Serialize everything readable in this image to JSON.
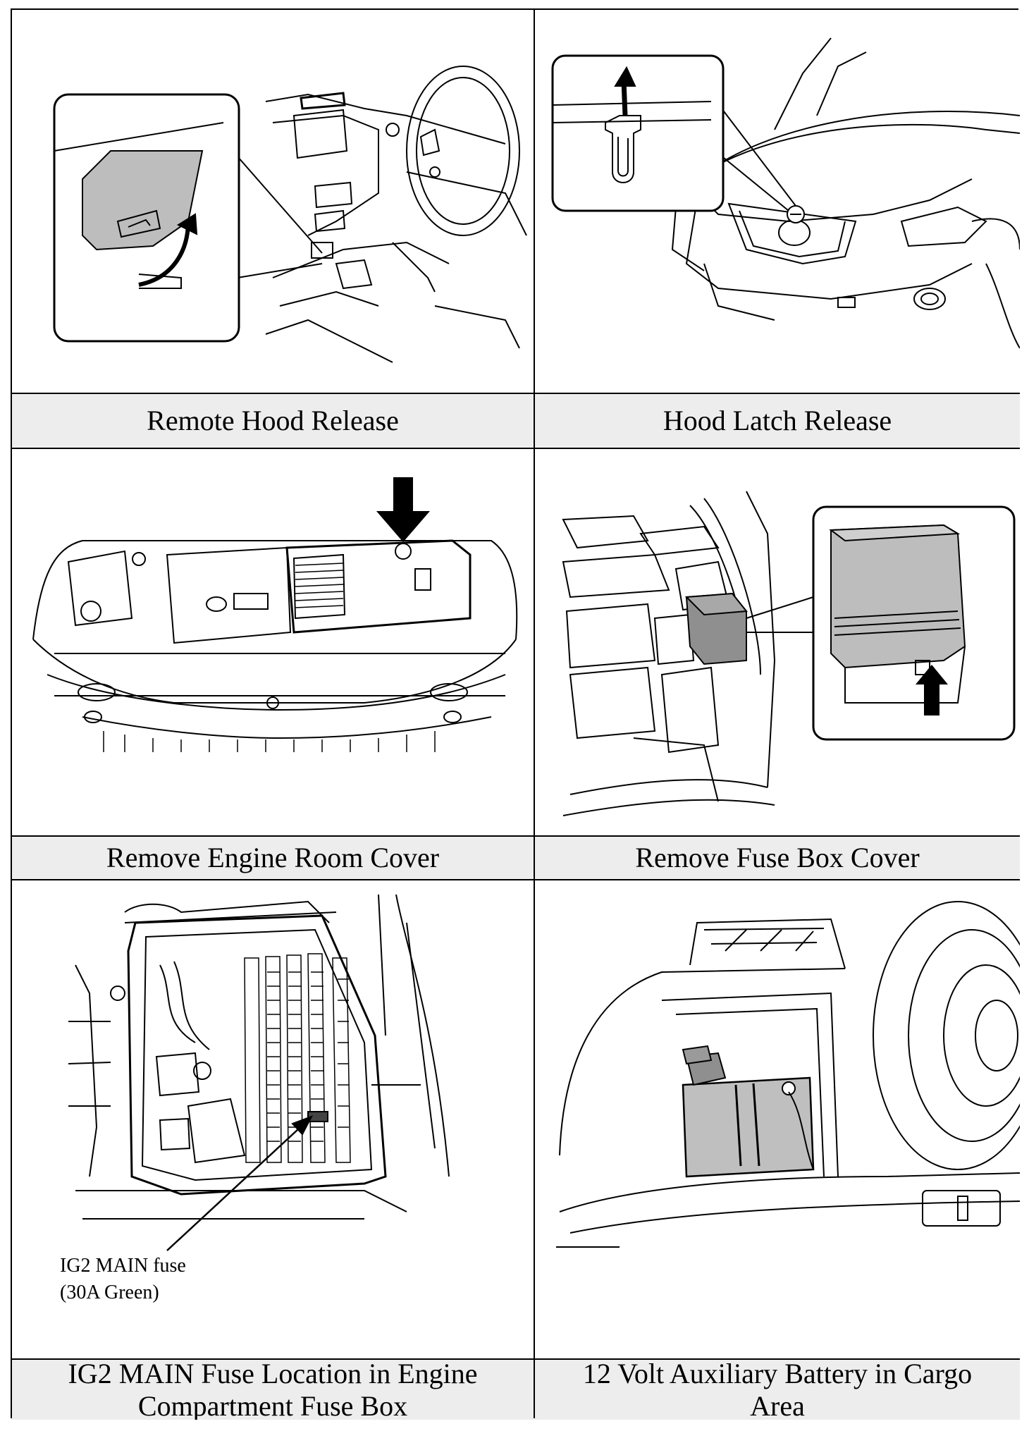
{
  "panels": [
    {
      "caption": "Remote Hood Release"
    },
    {
      "caption": "Hood Latch Release"
    },
    {
      "caption": "Remove Engine Room Cover"
    },
    {
      "caption": "Remove Fuse Box Cover"
    },
    {
      "caption": "IG2 MAIN Fuse Location in Engine Compartment Fuse Box"
    },
    {
      "caption": "12 Volt Auxiliary Battery in Cargo Area"
    }
  ],
  "callout": {
    "line1": "IG2 MAIN fuse",
    "line2": "(30A Green)"
  }
}
